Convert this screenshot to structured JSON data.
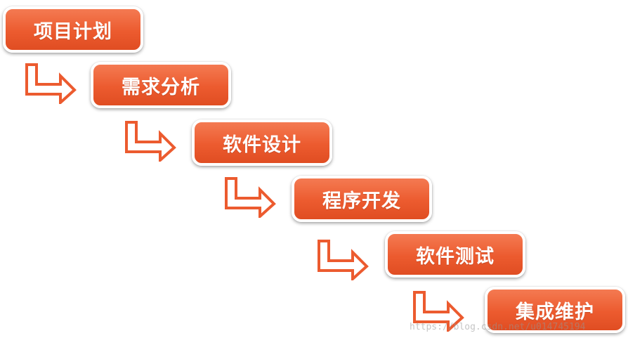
{
  "steps": [
    {
      "label": "项目计划"
    },
    {
      "label": "需求分析"
    },
    {
      "label": "软件设计"
    },
    {
      "label": "程序开发"
    },
    {
      "label": "软件测试"
    },
    {
      "label": "集成维护"
    }
  ],
  "colors": {
    "box": "#ec5b2f",
    "arrow_outline": "#ec5b2f",
    "arrow_fill": "#ffffff"
  },
  "watermark": "https://blog.csdn.net/u014745194"
}
